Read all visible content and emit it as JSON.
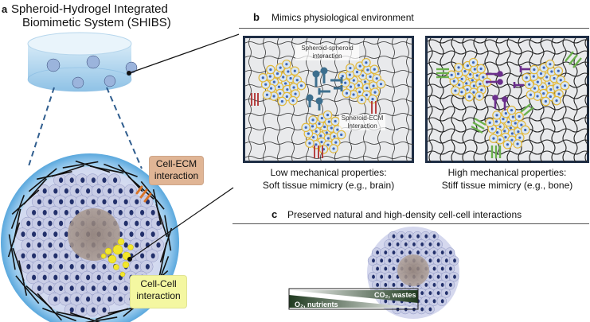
{
  "panel_a": {
    "letter": "a",
    "title_line1": "Spheroid-Hydrogel Integrated",
    "title_line2": "Biomimetic System (SHIBS)",
    "cell_ecm_label": "Cell-ECM interaction",
    "cell_cell_label": "Cell-Cell interaction"
  },
  "panel_b": {
    "letter": "b",
    "title": "Mimics physiological environment",
    "spheroid_spheroid_label": "Spheroid-spheroid interaction",
    "spheroid_ecm_label": "Spheroid-ECM Interaction",
    "low_caption_line1": "Low mechanical properties:",
    "low_caption_line2": "Soft tissue mimicry (e.g., brain)",
    "high_caption_line1": "High mechanical properties:",
    "high_caption_line2": "Stiff tissue mimicry (e.g., bone)"
  },
  "panel_c": {
    "letter": "c",
    "title": "Preserved natural and high-density cell-cell interactions",
    "co2_label": "CO₂, wastes",
    "o2_label": "O₂, nutrients"
  },
  "colors": {
    "hydrogel_blue": "#9cc8e6",
    "cell_body": "#c9cde6",
    "nucleus": "#22306b",
    "necrotic_core": "#9b8a80",
    "soft_connector": "#3d6f8e",
    "soft_ecm_bar": "#b03030",
    "stiff_connector": "#6b2f8c",
    "stiff_ecm_bar": "#6ab04c",
    "ecm_badge": "#e0b595",
    "cell_cell_badge": "#f4f7a1",
    "gradient_dark": "#1f3a1f"
  }
}
